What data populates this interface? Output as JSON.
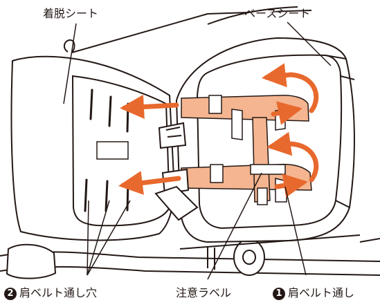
{
  "labels": {
    "removable_seat": "着脱シート",
    "base_seat": "ベースシート",
    "hole_number": "2",
    "hole": "肩ベルト通し穴",
    "caution_label": "注意ラベル",
    "slot_number": "1",
    "slot": "肩ベルト通し"
  },
  "colors": {
    "line": "#231815",
    "arrow": "#e8692d",
    "belt": "#f4b590",
    "strap": "#ffffff"
  }
}
